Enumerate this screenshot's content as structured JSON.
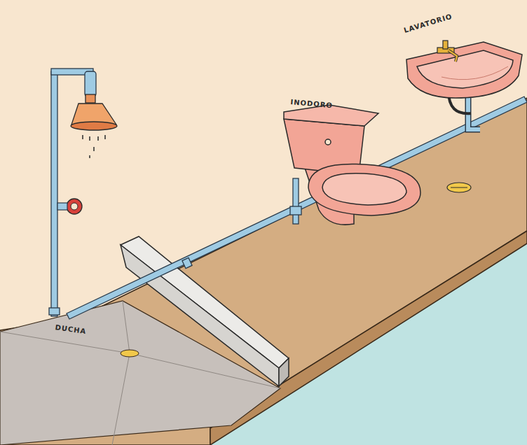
{
  "diagram": {
    "labels": [
      "DUCHA",
      "INODORO",
      "LAVATORIO"
    ]
  }
}
